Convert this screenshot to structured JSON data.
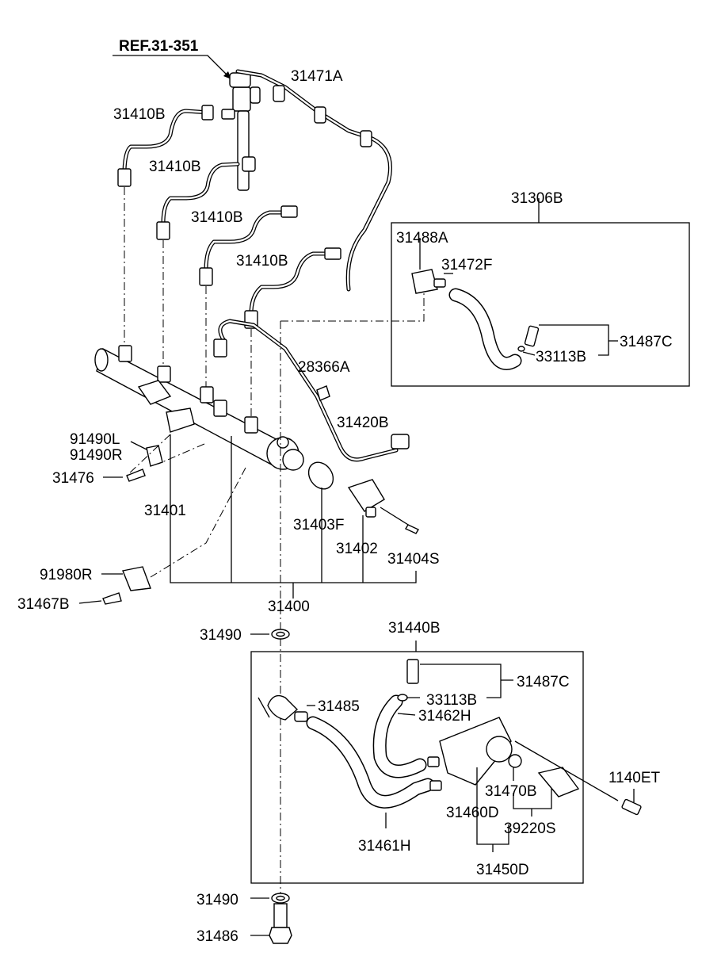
{
  "diagram": {
    "reference": "REF.31-351",
    "labels": {
      "l_31471A": "31471A",
      "l_31410B_1": "31410B",
      "l_31410B_2": "31410B",
      "l_31410B_3": "31410B",
      "l_31410B_4": "31410B",
      "l_31306B": "31306B",
      "l_31488A": "31488A",
      "l_31472F": "31472F",
      "l_31487C_top": "31487C",
      "l_33113B_top": "33113B",
      "l_28366A": "28366A",
      "l_31420B": "31420B",
      "l_91490L": "91490L",
      "l_91490R": "91490R",
      "l_31476": "31476",
      "l_31401": "31401",
      "l_31403F": "31403F",
      "l_31402": "31402",
      "l_31404S": "31404S",
      "l_91980R": "91980R",
      "l_31467B": "31467B",
      "l_31400": "31400",
      "l_31490_top": "31490",
      "l_31440B": "31440B",
      "l_31487C_bot": "31487C",
      "l_33113B_bot": "33113B",
      "l_31485": "31485",
      "l_31462H": "31462H",
      "l_1140ET": "1140ET",
      "l_31470B": "31470B",
      "l_31460D": "31460D",
      "l_39220S": "39220S",
      "l_31461H": "31461H",
      "l_31450D": "31450D",
      "l_31490_bot": "31490",
      "l_31486": "31486"
    }
  }
}
